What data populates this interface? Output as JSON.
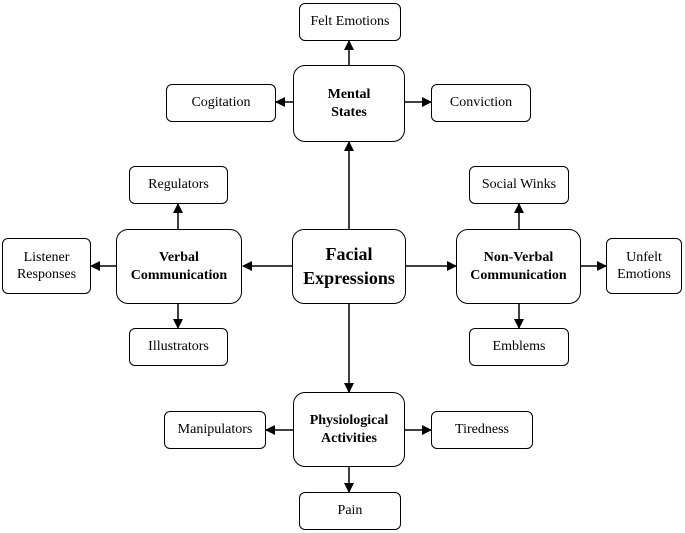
{
  "center": {
    "line1": "Facial",
    "line2": "Expressions"
  },
  "mental": {
    "line1": "Mental",
    "line2": "States",
    "felt": "Felt Emotions",
    "cogitation": "Cogitation",
    "conviction": "Conviction"
  },
  "verbal": {
    "line1": "Verbal",
    "line2": "Communication",
    "regulators": "Regulators",
    "listener_line1": "Listener",
    "listener_line2": "Responses",
    "illustrators": "Illustrators"
  },
  "nonverbal": {
    "line1": "Non-Verbal",
    "line2": "Communication",
    "social_winks": "Social Winks",
    "unfelt_line1": "Unfelt",
    "unfelt_line2": "Emotions",
    "emblems": "Emblems"
  },
  "physio": {
    "line1": "Physiological",
    "line2": "Activities",
    "manipulators": "Manipulators",
    "tiredness": "Tiredness",
    "pain": "Pain"
  }
}
